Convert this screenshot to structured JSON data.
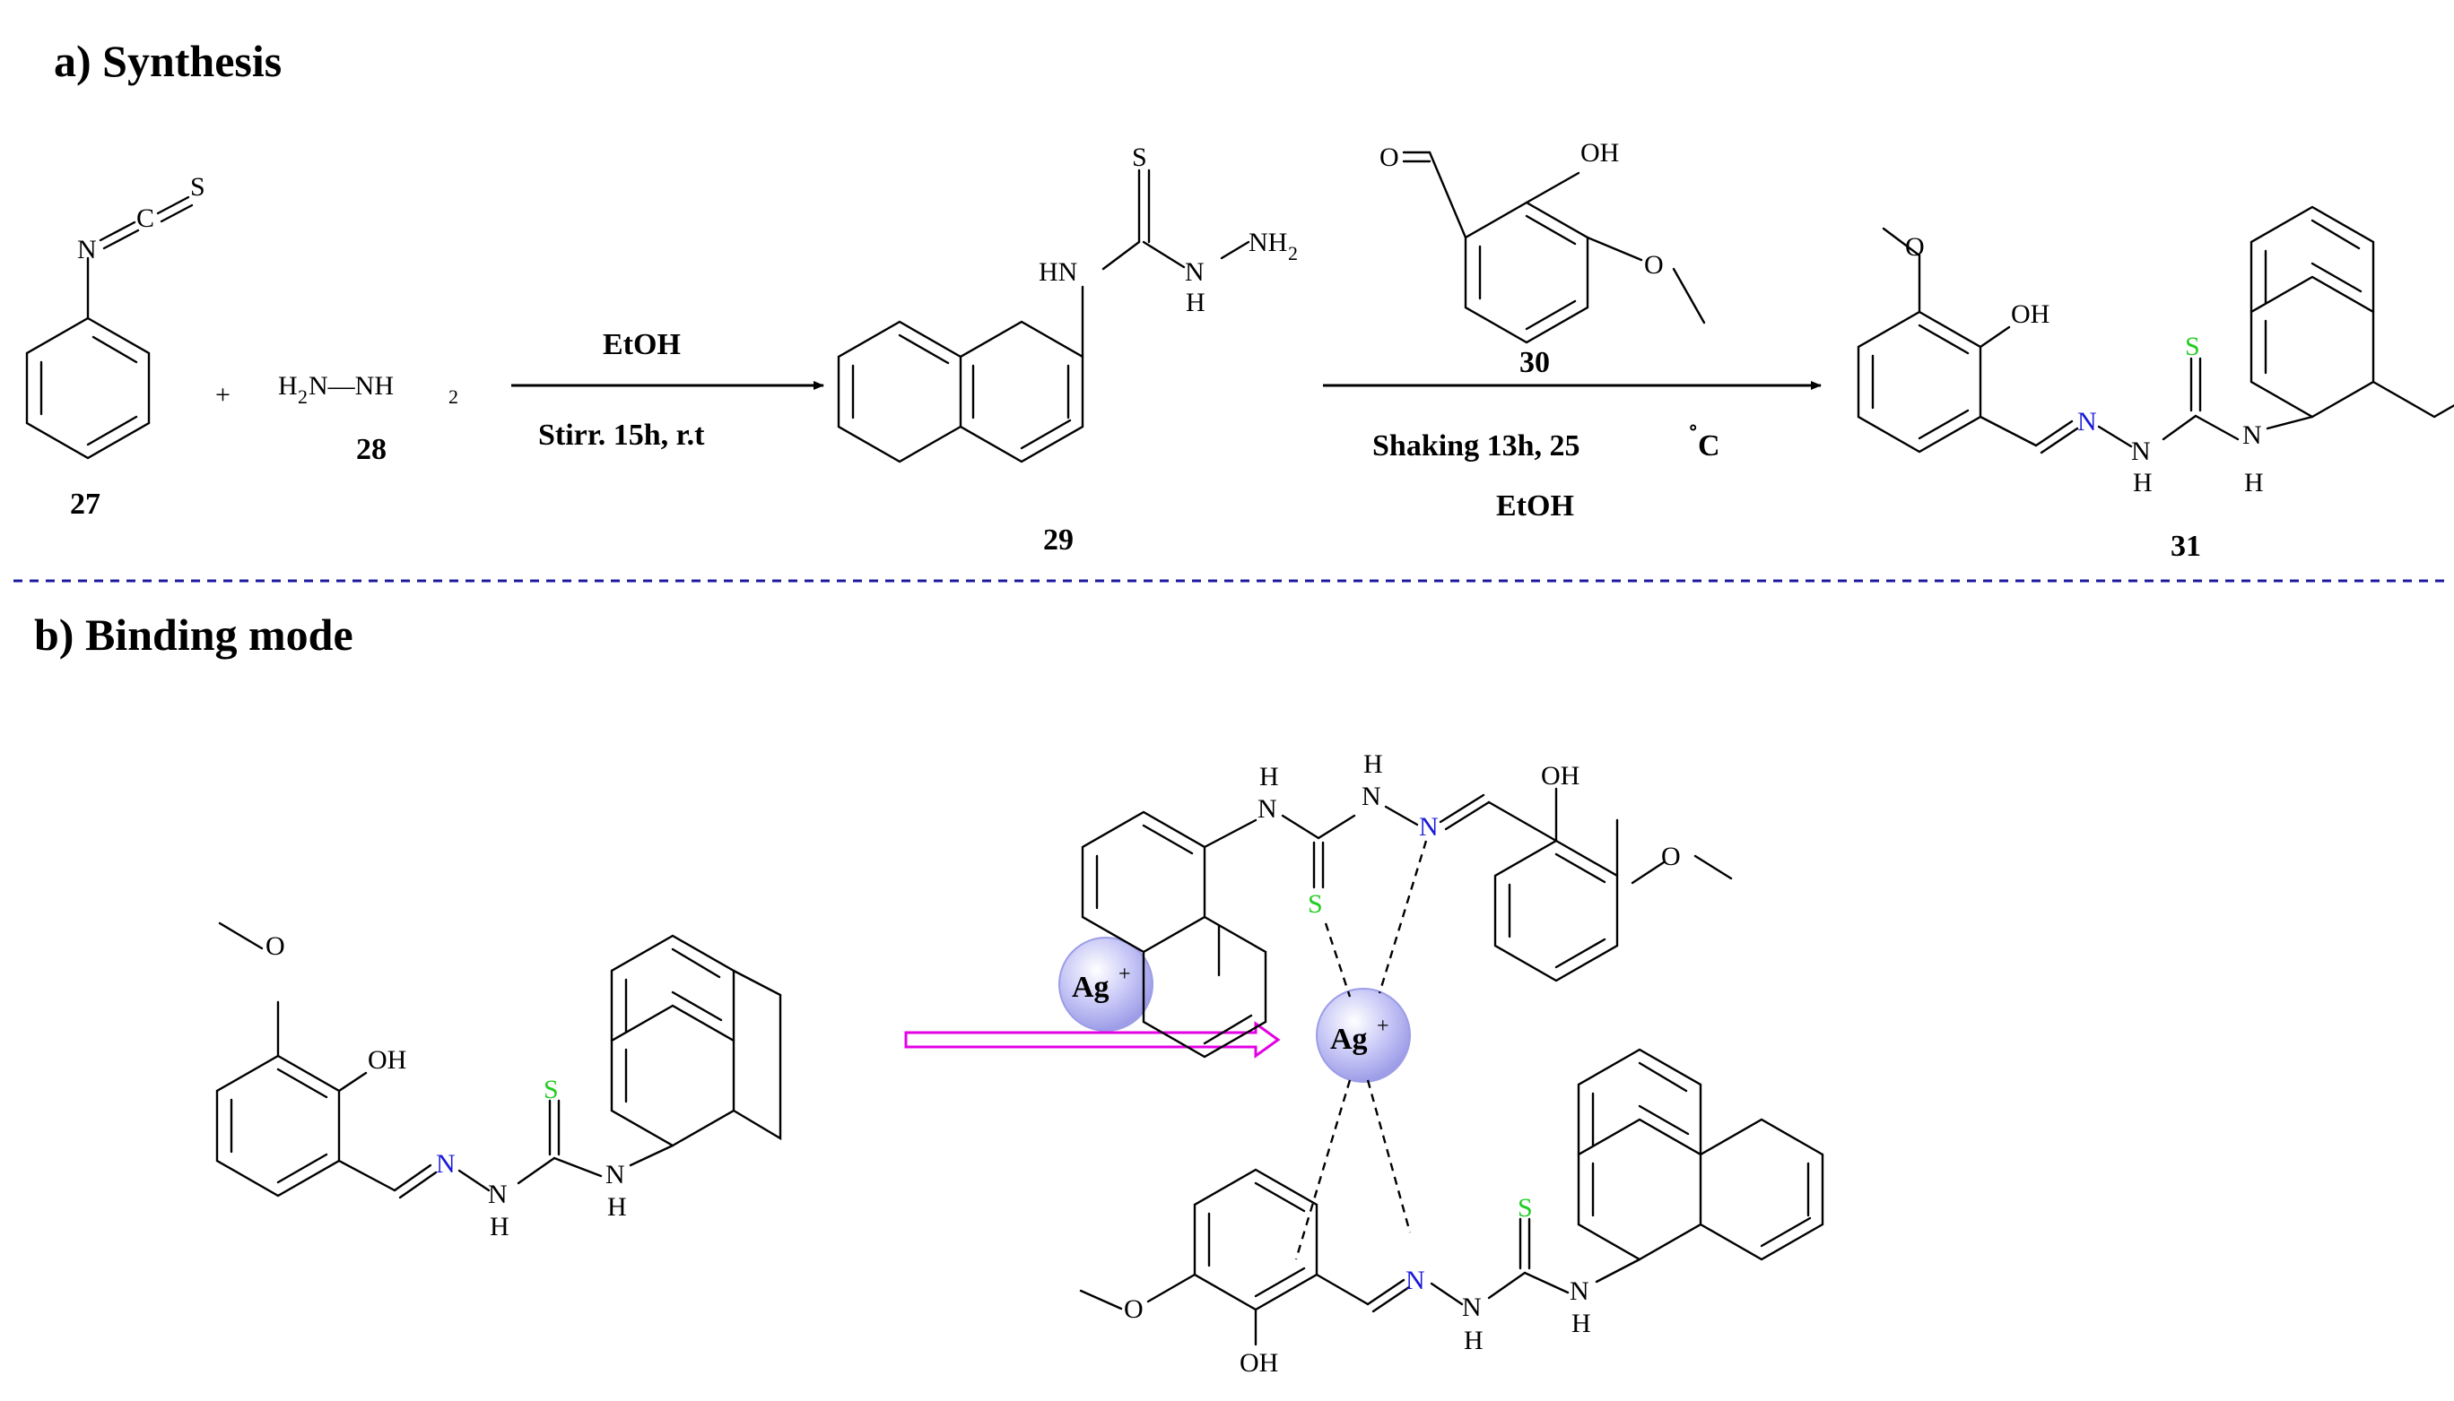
{
  "headings": {
    "synthesis": "a) Synthesis",
    "binding": "b) Binding mode"
  },
  "compounds": {
    "c27": "27",
    "c28": "28",
    "c29": "29",
    "c30": "30",
    "c31": "31"
  },
  "reagents": {
    "hydrazine_left": "H",
    "hydrazine_left_sub": "2",
    "hydrazine_mid": "N—NH",
    "hydrazine_sub": "2",
    "plus": "+"
  },
  "step1": {
    "above": "EtOH",
    "below": "Stirr. 15h, r.t"
  },
  "step2": {
    "line1": "Shaking  13h, 25",
    "degree": "˚",
    "unit": "C",
    "line2": "EtOH"
  },
  "ion": {
    "label": "Ag",
    "charge": "+"
  },
  "atoms": {
    "N": "N",
    "S": "S",
    "C": "C",
    "H": "H",
    "HN": "HN",
    "NH": "NH",
    "OH": "OH",
    "O": "O",
    "sub2": "2"
  },
  "colors": {
    "nitrogen_imine": "#1a1ad8",
    "sulfur_thione": "#22cc22",
    "arrow_magenta": "#e400e4",
    "separator": "#1a1aa0",
    "ion_fill": "#b9b9f5"
  }
}
